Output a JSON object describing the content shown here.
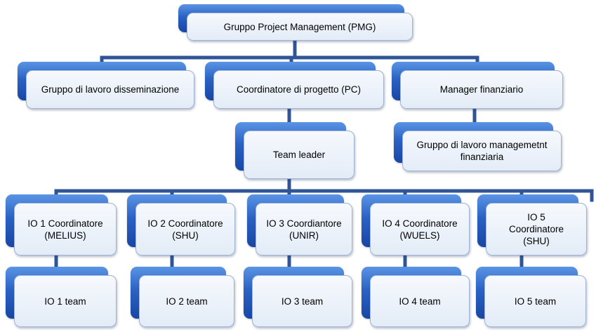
{
  "nodes": {
    "pmg": {
      "label": "Gruppo Project Management (PMG)"
    },
    "dissemination": {
      "label": "Gruppo di lavoro disseminazione"
    },
    "pc": {
      "label": "Coordinatore di progetto (PC)"
    },
    "finance_manager": {
      "label": "Manager finanziario"
    },
    "team_leader": {
      "label": "Team leader"
    },
    "finance_group": {
      "label": "Gruppo di lavoro managemetnt\nfinanziaria"
    },
    "io1_coord": {
      "label": "IO 1 Coordinatore\n(MELIUS)"
    },
    "io2_coord": {
      "label": "IO 2 Coordinatore\n(SHU)"
    },
    "io3_coord": {
      "label": "IO 3 Coordiantore\n(UNIR)"
    },
    "io4_coord": {
      "label": "IO 4 Coordinatore\n(WUELS)"
    },
    "io5_coord": {
      "label": "IO 5\nCoordinatore\n(SHU)"
    },
    "io1_team": {
      "label": "IO 1 team"
    },
    "io2_team": {
      "label": "IO 2 team"
    },
    "io3_team": {
      "label": "IO 3 team"
    },
    "io4_team": {
      "label": "IO 4 team"
    },
    "io5_team": {
      "label": "IO 5 team"
    }
  },
  "colors": {
    "connector": "#2f5597",
    "box_back": "#2a62c4",
    "box_front": "#e8eef7"
  }
}
